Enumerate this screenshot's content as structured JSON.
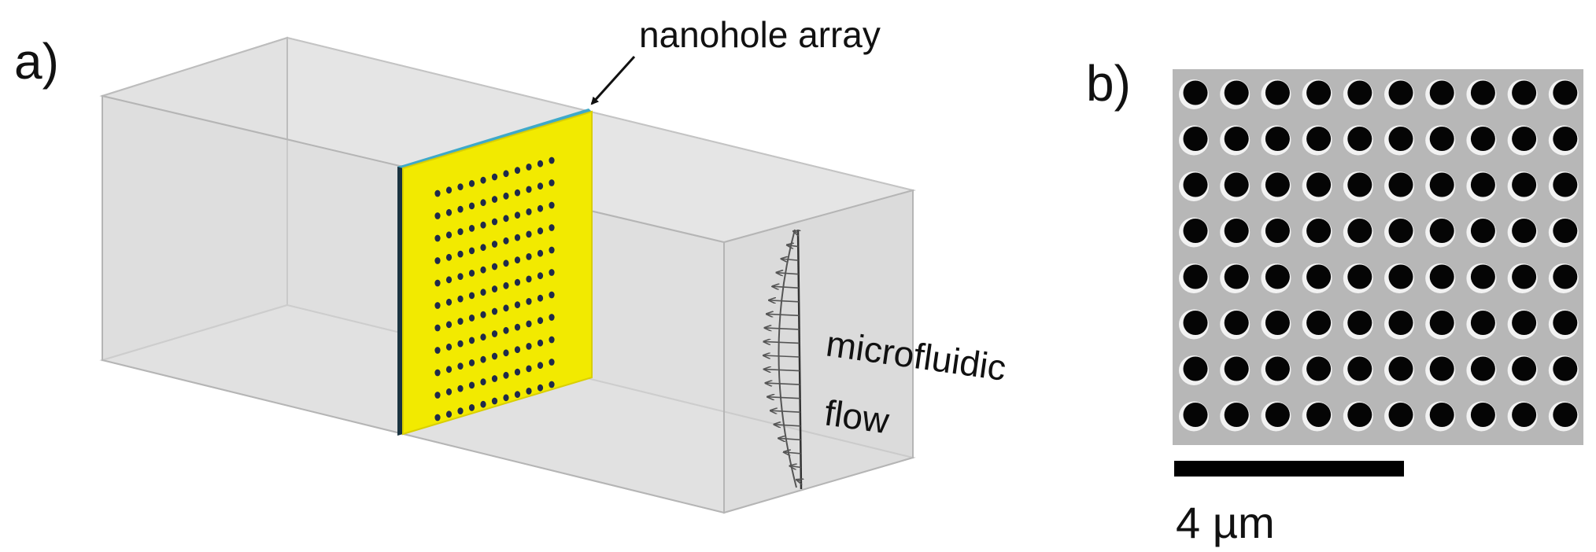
{
  "panel_a": {
    "label": "a)",
    "array_callout": "nanohole array",
    "flow_label_line1": "microfluidic",
    "flow_label_line2": "flow",
    "array_rows": 11,
    "array_cols": 11,
    "flow_arrow_count": 19,
    "colors": {
      "gold": "#f2ea00",
      "gold_edge": "#c9c000",
      "hole": "#1f2a4a",
      "chip_edge_blue": "#3fa9c9",
      "chip_edge_dark": "#1a3340",
      "box_face": "#d9d9d9",
      "box_edge": "#b8b8b8"
    }
  },
  "panel_b": {
    "label": "b)",
    "scalebar_label": "4 µm",
    "hole_rows": 8,
    "hole_cols": 10,
    "colors": {
      "background": "#b7b7b7",
      "hole": "#050505",
      "rim": "#f2f2f2",
      "scalebar": "#000000"
    }
  }
}
